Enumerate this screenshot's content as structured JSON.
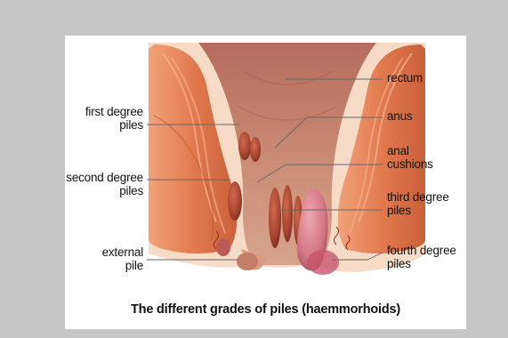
{
  "labels": {
    "rectum": "rectum",
    "anus": "anus",
    "anal_cushions": [
      "anal",
      "cushions"
    ],
    "third_degree": [
      "third degree",
      "piles"
    ],
    "fourth_degree": [
      "fourth degree",
      "piles"
    ],
    "first_degree": [
      "first degree",
      "piles"
    ],
    "second_degree": [
      "second degree",
      "piles"
    ],
    "external": [
      "external",
      "pile"
    ]
  },
  "caption": "The different grades of piles (haemmorhoids)",
  "colors": {
    "background": "#c6c6c6",
    "card": "#ffffff",
    "muscle": "#e27a4e",
    "tissue": "#c98a72",
    "pile": "#a4432f"
  }
}
